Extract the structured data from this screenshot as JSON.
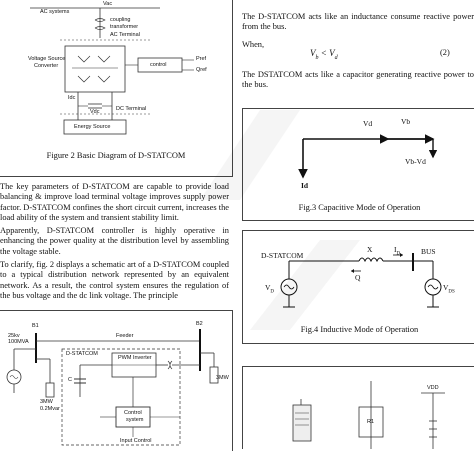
{
  "left": {
    "fig2": {
      "caption": "Figure 2 Basic Diagram of D-STATCOM",
      "labels": {
        "ac_system": "AC systems",
        "vac": "Vac",
        "coupling": "coupling",
        "transformer": "transformer",
        "ac_terminal": "AC Terminal",
        "vsc1": "Voltage Source",
        "vsc2": "Converter",
        "control": "control",
        "pref": "Pref",
        "qref": "Qref",
        "idc": "Idc",
        "vdc": "Vdc",
        "dc_terminal": "DC Terminal",
        "energy": "Energy Source"
      }
    },
    "para1": "The key parameters of D-STATCOM are capable to provide load balancing & improve load terminal voltage improves supply power factor. D-STATCOM confines the short circuit current, increases the load ability of the system and transient stability limit.",
    "para2": "Apparently, D-STATCOM controller is highly operative in enhancing the power quality at the distribution level by assembling the voltage stable.",
    "para3": "To clarify, fig. 2 displays a schematic art of a D-STATCOM coupled to a typical distribution network represented by an equivalent network. As a result, the control system ensures the regulation of the bus voltage and the dc link voltage. The principle",
    "fig_bottom": {
      "labels": {
        "b1": "B1",
        "b2": "B2",
        "kv": "25kv",
        "mva": "100MVA",
        "feeder": "Feeder",
        "pwm": "PWM Inverter",
        "c": "C",
        "dstatcom": "D-STATCOM",
        "control1": "Control",
        "control2": "system",
        "input": "Input Control",
        "mw1": "3MW",
        "mw2": "0.2Mvar",
        "mw3": "3MW"
      }
    }
  },
  "right": {
    "para_top": "The D-STATCOM acts like an inductance consume reactive power from the bus.",
    "when": "When,",
    "equation": "V",
    "eq_number": "(2)",
    "para_cap": "The DSTATCOM acts like a capacitor generating reactive power to the bus.",
    "fig3": {
      "vd": "Vd",
      "vb": "Vb",
      "vbvd": "Vb-Vd",
      "id": "Id",
      "caption": "Fig.3 Capacitive Mode of Operation"
    },
    "fig4": {
      "dstatcom": "D-STATCOM",
      "x": "X",
      "id": "I",
      "bus": "BUS",
      "q": "Q",
      "vd": "V",
      "vb": "V",
      "caption": "Fig.4 Inductive Mode of Operation"
    },
    "fig5": {
      "vdd": "VDD",
      "r1": "R1"
    }
  }
}
